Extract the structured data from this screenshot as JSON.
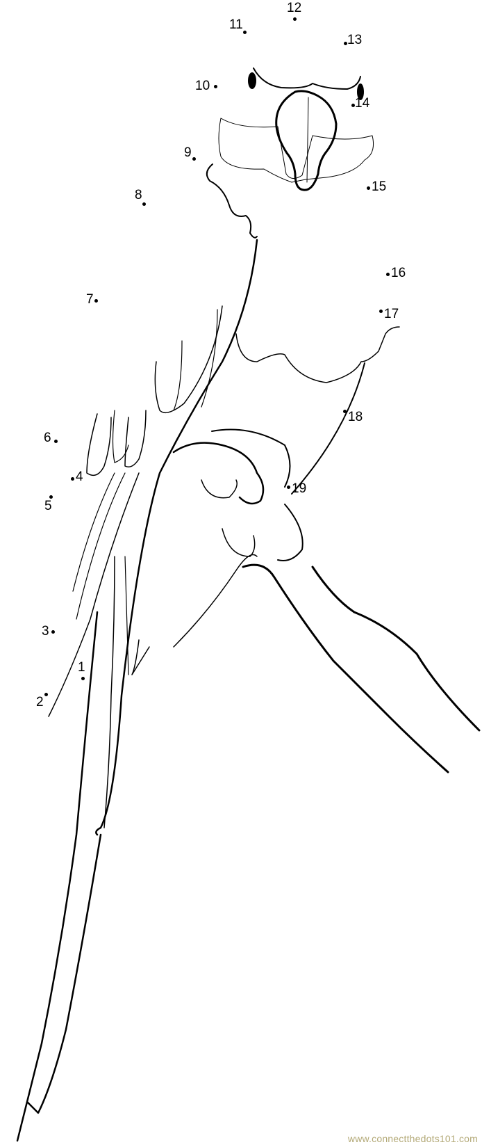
{
  "puzzle": {
    "subject": "parrot-perched",
    "dots": [
      {
        "number": "1"
      },
      {
        "number": "2"
      },
      {
        "number": "3"
      },
      {
        "number": "4"
      },
      {
        "number": "5"
      },
      {
        "number": "6"
      },
      {
        "number": "7"
      },
      {
        "number": "8"
      },
      {
        "number": "9"
      },
      {
        "number": "10"
      },
      {
        "number": "11"
      },
      {
        "number": "12"
      },
      {
        "number": "13"
      },
      {
        "number": "14"
      },
      {
        "number": "15"
      },
      {
        "number": "16"
      },
      {
        "number": "17"
      },
      {
        "number": "18"
      },
      {
        "number": "19"
      }
    ]
  },
  "watermark": "www.connectthedots101.com",
  "colors": {
    "line": "#000000",
    "watermark": "#b3a977"
  }
}
